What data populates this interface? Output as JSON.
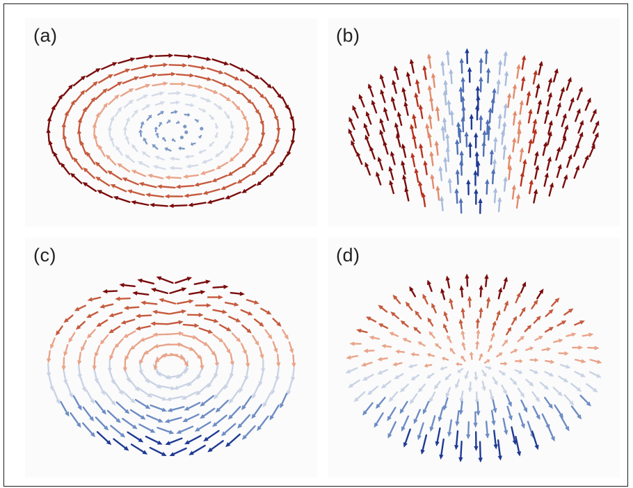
{
  "figure": {
    "panels": [
      {
        "id": "a",
        "label": "(a)",
        "pattern": "vortex",
        "colors": [
          "#7a0c0c",
          "#c55a3d",
          "#e9a48a",
          "#d4dbe8",
          "#7a98c6",
          "#2a46a0"
        ]
      },
      {
        "id": "b",
        "label": "(b)",
        "pattern": "stripe-domain",
        "colors": [
          "#7a0c0c",
          "#b8321f",
          "#e28b6b",
          "#a9bcdc",
          "#4f70b6",
          "#1f3a94"
        ]
      },
      {
        "id": "c",
        "label": "(c)",
        "pattern": "swirl-vortex-pair",
        "colors": [
          "#7a0c0c",
          "#c55a3d",
          "#e9a48a",
          "#c9d3e4",
          "#6d8cc4",
          "#1f3a94"
        ]
      },
      {
        "id": "d",
        "label": "(d)",
        "pattern": "radial-hedgehog",
        "colors": [
          "#7a0c0c",
          "#c55a3d",
          "#e9a48a",
          "#c9d3e4",
          "#6d8cc4",
          "#1f3a94"
        ]
      }
    ]
  }
}
